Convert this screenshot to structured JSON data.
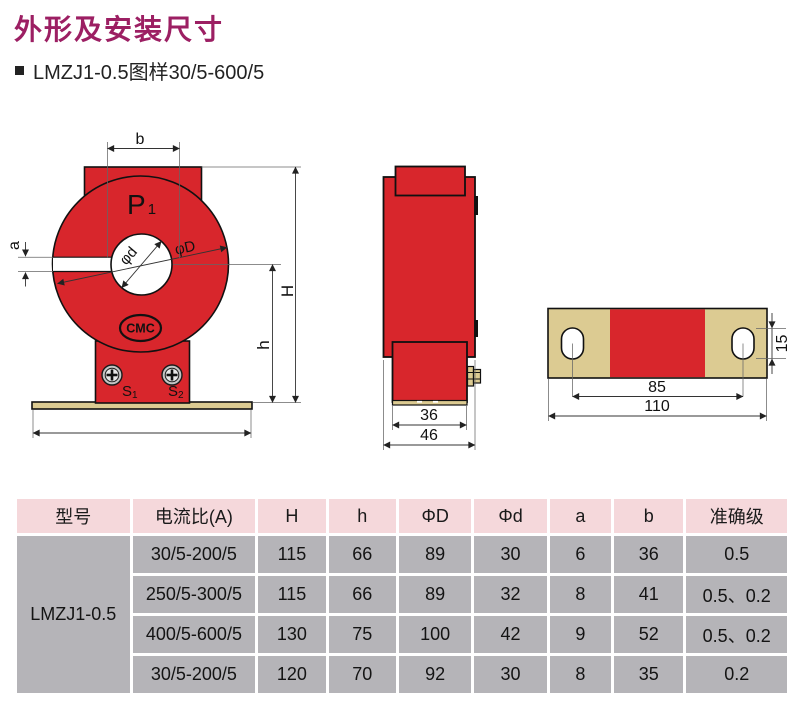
{
  "page": {
    "title": "外形及安装尺寸",
    "subtitle": "LMZJ1-0.5图样30/5-600/5"
  },
  "colors": {
    "body_red": "#D8262C",
    "plate_tan": "#DCCB92",
    "title_magenta": "#9C1F63",
    "table_header_pink": "#F5D8DB",
    "table_cell_gray": "#B5B4B8"
  },
  "drawing": {
    "front": {
      "p1_main": "P",
      "p1_sub": "1",
      "logo": "CMC",
      "s1_main": "S",
      "s1_sub": "1",
      "s2_main": "S",
      "s2_sub": "2",
      "dim_b": "b",
      "dim_a": "a",
      "dim_H": "H",
      "dim_h": "h",
      "dim_phiD": "φD",
      "dim_phid": "φd"
    },
    "side": {
      "dim_inner": "36",
      "dim_outer": "46"
    },
    "base": {
      "dim_holes": "85",
      "dim_width": "110",
      "dim_hole_h": "15"
    }
  },
  "table": {
    "headers": [
      "型号",
      "电流比(A)",
      "H",
      "h",
      "ΦD",
      "Φd",
      "a",
      "b",
      "准确级"
    ],
    "model": "LMZJ1-0.5",
    "rows": [
      [
        "30/5-200/5",
        "115",
        "66",
        "89",
        "30",
        "6",
        "36",
        "0.5"
      ],
      [
        "250/5-300/5",
        "115",
        "66",
        "89",
        "32",
        "8",
        "41",
        "0.5、0.2"
      ],
      [
        "400/5-600/5",
        "130",
        "75",
        "100",
        "42",
        "9",
        "52",
        "0.5、0.2"
      ],
      [
        "30/5-200/5",
        "120",
        "70",
        "92",
        "30",
        "8",
        "35",
        "0.2"
      ]
    ]
  }
}
